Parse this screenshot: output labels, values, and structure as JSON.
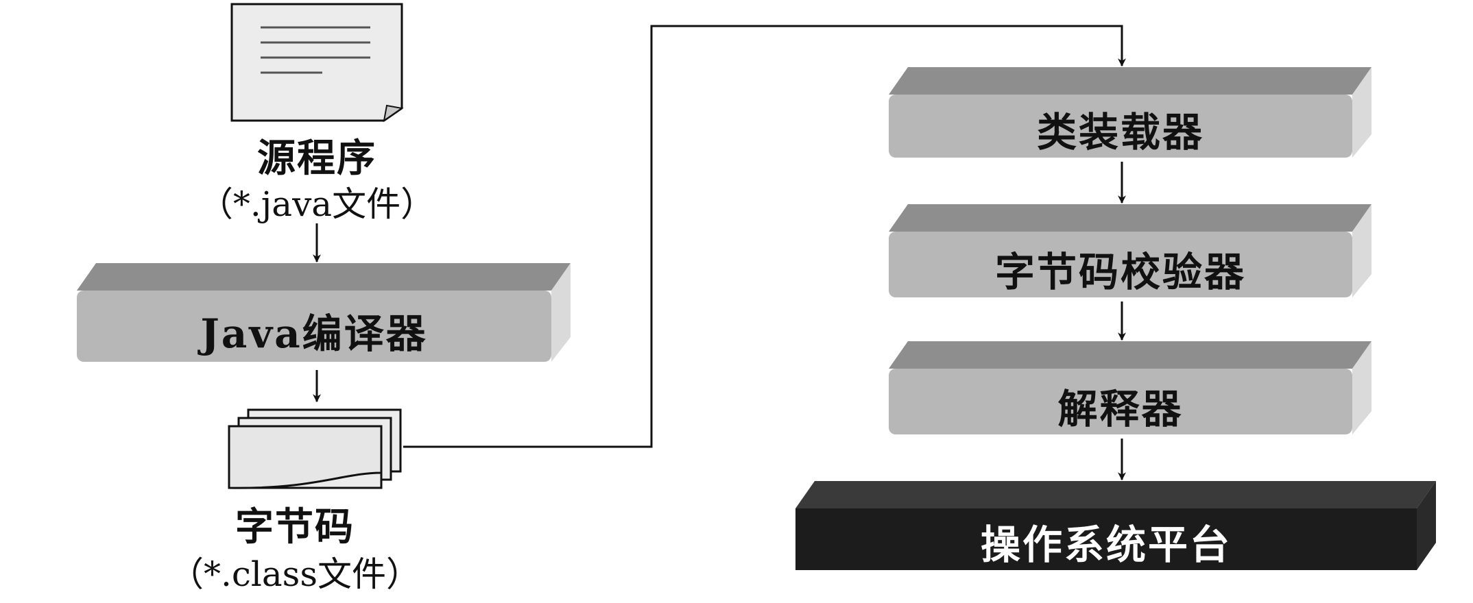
{
  "source": {
    "title": "源程序",
    "subtitle": "（*.java文件）"
  },
  "compiler": {
    "label": "Java编译器"
  },
  "bytecode": {
    "title": "字节码",
    "subtitle": "（*.class文件）"
  },
  "jvm_stages": [
    {
      "label": "类装载器"
    },
    {
      "label": "字节码校验器"
    },
    {
      "label": "解释器"
    }
  ],
  "platform": {
    "label": "操作系统平台"
  },
  "colors": {
    "block_face": "#b7b7b7",
    "block_top": "#8e8e8e",
    "block_side": "#dadada",
    "platform_face": "#1c1c1c",
    "platform_top": "#3a3a3a",
    "doc_fill": "#ececec",
    "line": "#111111"
  }
}
